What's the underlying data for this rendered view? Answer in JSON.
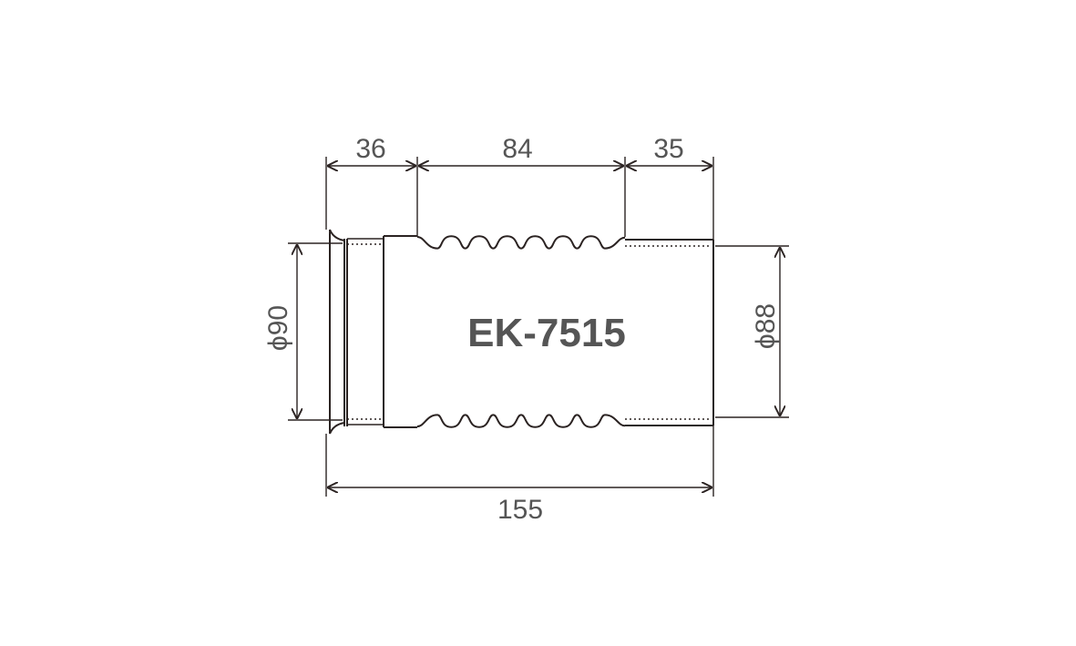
{
  "part": {
    "model": "EK-7515"
  },
  "dimensions": {
    "flange_length": "36",
    "bellows_length": "84",
    "outlet_length": "35",
    "overall_length": "155",
    "inlet_diameter": "ϕ90",
    "outlet_diameter": "ϕ88"
  },
  "colors": {
    "line": "#2b2322",
    "text": "#555555",
    "background": "#ffffff"
  }
}
